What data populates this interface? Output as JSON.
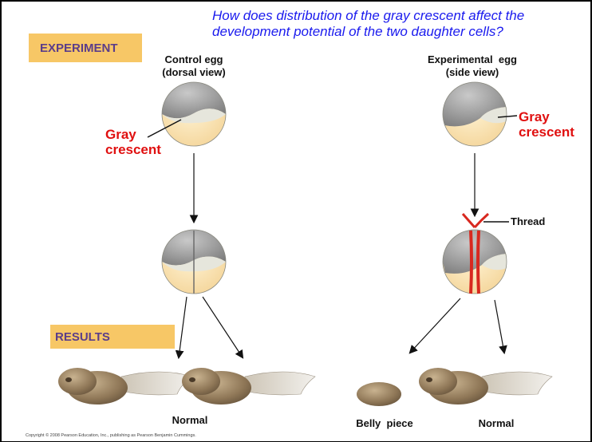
{
  "question": {
    "line1": "How does distribution of the gray crescent affect the",
    "line2": "development potential of the two daughter cells?"
  },
  "banners": {
    "experiment": "EXPERIMENT",
    "results": "RESULTS"
  },
  "control_egg": {
    "line1": "Control egg",
    "line2": "(dorsal view)"
  },
  "experimental_egg": {
    "line1": "Experimental  egg",
    "line2": "(side view)"
  },
  "gray_crescent_left": {
    "line1": "Gray",
    "line2": "crescent"
  },
  "gray_crescent_right": {
    "line1": "Gray",
    "line2": "crescent"
  },
  "thread_label": "Thread",
  "results_labels": {
    "control_normal": "Normal",
    "belly_piece": "Belly  piece",
    "experimental_normal": "Normal"
  },
  "copyright": "Copyright © 2008 Pearson Education, Inc., publishing as Pearson Benjamin Cummings.",
  "colors": {
    "question_text": "#1a1aee",
    "banner_fill": "#f7c766",
    "banner_text": "#5b3d8a",
    "red_label": "#e01010",
    "egg_gray": "#9a9a9a",
    "egg_yolk": "#fbe2b0",
    "crescent": "#e6e6dc",
    "thread": "#d8281f",
    "tadpole": "#8a7458"
  }
}
